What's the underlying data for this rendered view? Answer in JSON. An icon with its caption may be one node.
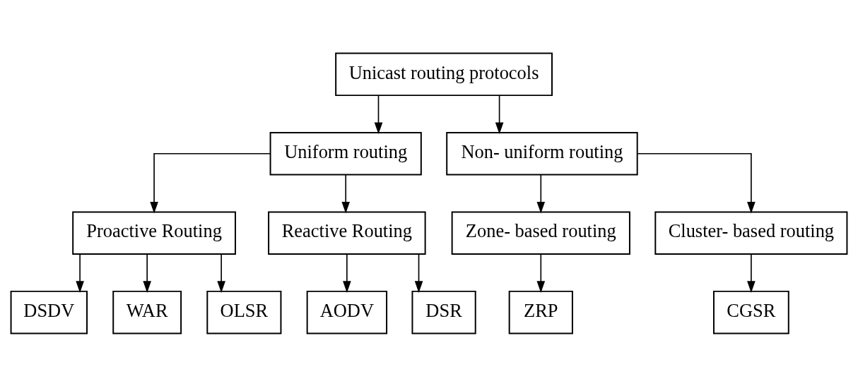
{
  "diagram": {
    "nodes": [
      {
        "text": [
          "Unicast routing protocols"
        ]
      },
      {
        "text": [
          "Uniform routing"
        ]
      },
      {
        "text": [
          "Non- uniform routing"
        ]
      },
      {
        "text": [
          "Proactive Routing"
        ]
      },
      {
        "text": [
          "Reactive Routing"
        ]
      },
      {
        "text": [
          "Zone- based routing"
        ]
      },
      {
        "text": [
          "Cluster- based routing"
        ]
      },
      {
        "text": [
          "DSDV"
        ]
      },
      {
        "text": [
          "WAR"
        ]
      },
      {
        "text": [
          "OLSR"
        ]
      },
      {
        "text": [
          "AODV"
        ]
      },
      {
        "text": [
          "DSR"
        ]
      },
      {
        "text": [
          "ZRP"
        ]
      },
      {
        "text": [
          "CGSR"
        ]
      }
    ],
    "edges": [
      {
        "from": 0,
        "to": 1,
        "arrow": "to"
      },
      {
        "from": 0,
        "to": 2,
        "arrow": "to"
      },
      {
        "from": 1,
        "to": 3,
        "arrow": "to"
      },
      {
        "from": 1,
        "to": 4,
        "arrow": "to"
      },
      {
        "from": 2,
        "to": 5,
        "arrow": "to"
      },
      {
        "from": 2,
        "to": 6,
        "arrow": "to"
      },
      {
        "from": 3,
        "to": 7,
        "arrow": "to"
      },
      {
        "from": 3,
        "to": 8,
        "arrow": "to"
      },
      {
        "from": 3,
        "to": 9,
        "arrow": "to"
      },
      {
        "from": 4,
        "to": 10,
        "arrow": "to"
      },
      {
        "from": 4,
        "to": 11,
        "arrow": "to"
      },
      {
        "from": 5,
        "to": 12,
        "arrow": "to"
      },
      {
        "from": 6,
        "to": 13,
        "arrow": "to"
      }
    ]
  }
}
